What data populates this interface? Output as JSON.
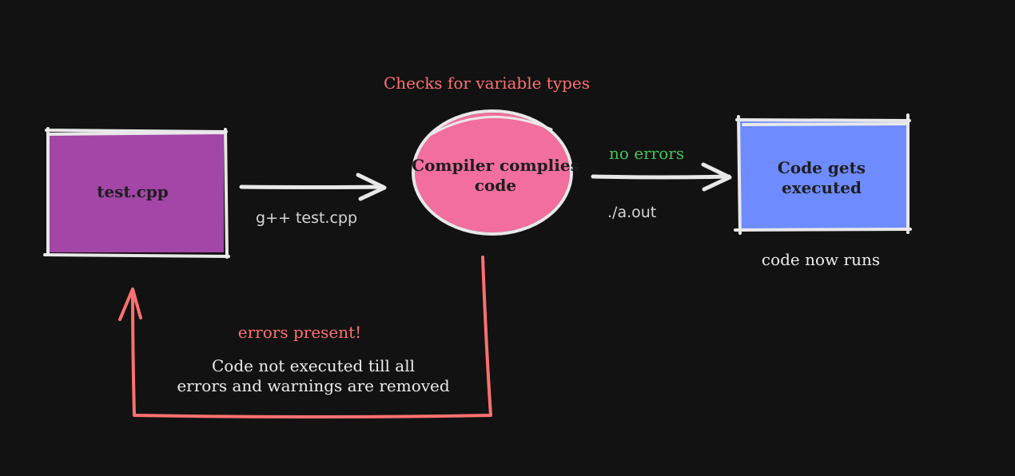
{
  "colors": {
    "background": "#121212",
    "stroke": "#e8e8e8",
    "source_box": "#a346a8",
    "compiler_circle": "#f26e9c",
    "executed_box": "#6e8bff",
    "annotation_red": "#ff7070",
    "annotation_green": "#44c456",
    "edge_text": "#d6d6d6"
  },
  "nodes": {
    "source": {
      "label": "test.cpp"
    },
    "compiler": {
      "label_line1": "Compiler complies",
      "label_line2": "code"
    },
    "executed": {
      "label_line1": "Code gets",
      "label_line2": "executed"
    }
  },
  "edges": {
    "compile": {
      "label": "g++ test.cpp"
    },
    "run": {
      "label": "./a.out"
    }
  },
  "annotations": {
    "compiler_checks": "Checks for variable types",
    "no_errors": "no errors",
    "code_runs": "code now runs",
    "errors_present": "errors present!",
    "errors_note_line1": "Code not executed till all",
    "errors_note_line2": "errors and warnings are removed"
  }
}
